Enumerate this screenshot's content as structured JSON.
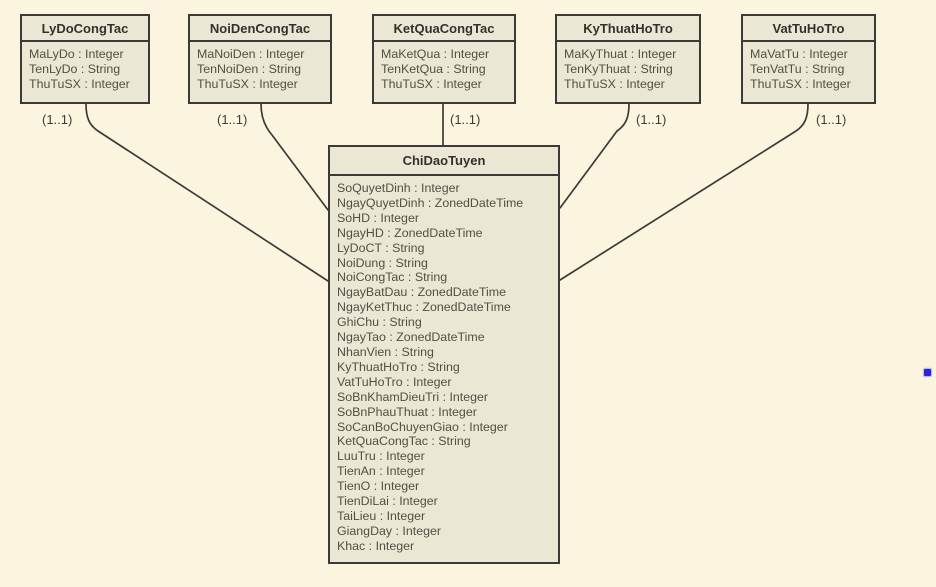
{
  "colors": {
    "background": "#FBF4DF",
    "box_fill": "#EBE7D5",
    "box_border": "#3B3A37",
    "title_text": "#34312A",
    "attribute_text": "#524F46",
    "connector": "#3B3A37",
    "marker_dot": "#2626DF"
  },
  "entities": [
    {
      "name": "LyDoCongTac",
      "attributes": [
        "MaLyDo : Integer",
        "TenLyDo : String",
        "ThuTuSX : Integer"
      ],
      "cardinality": "(1..1)"
    },
    {
      "name": "NoiDenCongTac",
      "attributes": [
        "MaNoiDen : Integer",
        "TenNoiDen : String",
        "ThuTuSX : Integer"
      ],
      "cardinality": "(1..1)"
    },
    {
      "name": "KetQuaCongTac",
      "attributes": [
        "MaKetQua : Integer",
        "TenKetQua : String",
        "ThuTuSX : Integer"
      ],
      "cardinality": "(1..1)"
    },
    {
      "name": "KyThuatHoTro",
      "attributes": [
        "MaKyThuat : Integer",
        "TenKyThuat : String",
        "ThuTuSX : Integer"
      ],
      "cardinality": "(1..1)"
    },
    {
      "name": "VatTuHoTro",
      "attributes": [
        "MaVatTu : Integer",
        "TenVatTu : String",
        "ThuTuSX : Integer"
      ],
      "cardinality": "(1..1)"
    }
  ],
  "central_entity": {
    "name": "ChiDaoTuyen",
    "attributes": [
      "SoQuyetDinh : Integer",
      "NgayQuyetDinh : ZonedDateTime",
      "SoHD : Integer",
      "NgayHD : ZonedDateTime",
      "LyDoCT : String",
      "NoiDung : String",
      "NoiCongTac : String",
      "NgayBatDau : ZonedDateTime",
      "NgayKetThuc : ZonedDateTime",
      "GhiChu : String",
      "NgayTao : ZonedDateTime",
      "NhanVien : String",
      "KyThuatHoTro : String",
      "VatTuHoTro : Integer",
      "SoBnKhamDieuTri : Integer",
      "SoBnPhauThuat : Integer",
      "SoCanBoChuyenGiao : Integer",
      "KetQuaCongTac : String",
      "LuuTru : Integer",
      "TienAn : Integer",
      "TienO : Integer",
      "TienDiLai : Integer",
      "TaiLieu : Integer",
      "GiangDay : Integer",
      "Khac : Integer"
    ]
  }
}
